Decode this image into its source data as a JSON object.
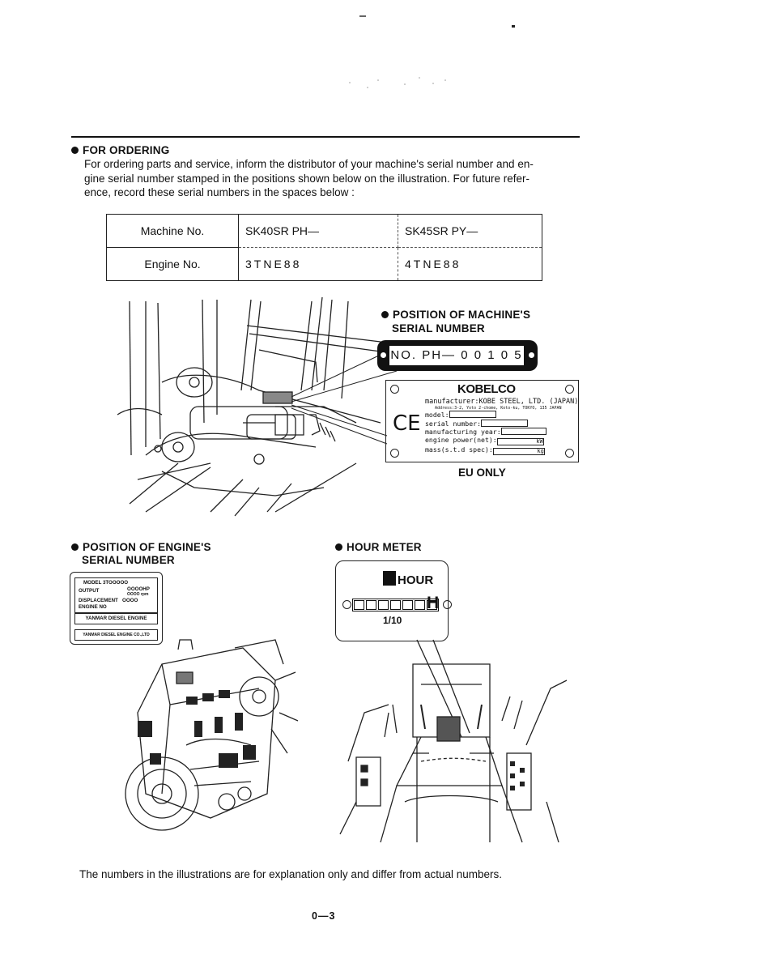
{
  "ordering": {
    "heading": "FOR ORDERING",
    "line1": "For ordering parts and service, inform the distributor of your machine's serial number and en-",
    "line2": "gine serial number stamped in the positions shown below on the illustration.  For future refer-",
    "line3": "ence, record these serial numbers in the spaces below :"
  },
  "serial_table": {
    "rows": [
      {
        "label": "Machine No.",
        "col1": "SK40SR   PH—",
        "col2": "SK45SR   PY—"
      },
      {
        "label": "Engine No.",
        "col1": "3TNE88",
        "col2": "4TNE88"
      }
    ]
  },
  "machine_serial": {
    "heading_line1": "POSITION OF MACHINE'S",
    "heading_line2": "SERIAL NUMBER",
    "plate_number": "NO. PH— 0 0 1 0 5"
  },
  "eu_plate": {
    "brand": "KOBELCO",
    "ce_mark": "CE",
    "manufacturer": "manufacturer:KOBE STEEL, LTD. (JAPAN)",
    "address": "Address:3-2, Yoto 2-chome, Koto-ku, TOKYO, 135 JAPAN",
    "model": "model:",
    "serial": "serial number:",
    "year": "manufacturing year:",
    "power": "engine power(net):",
    "power_unit": "kW",
    "mass": "mass(s.t.d spec):",
    "mass_unit": "kg",
    "caption": "EU ONLY"
  },
  "engine_serial": {
    "heading_line1": "POSITION OF ENGINE'S",
    "heading_line2": "SERIAL NUMBER",
    "plate": {
      "model": "MODEL  3TOOOOO",
      "output": "OUTPUT",
      "output_val": "OOOOHP",
      "output_val2": "OOOO rpm",
      "displacement": "DISPLACEMENT",
      "displacement_val": "OOOO",
      "engine_no": "ENGINE NO",
      "maker": "YANMAR DIESEL ENGINE",
      "company": "YANMAR DIESEL ENGINE CO.,LTD"
    }
  },
  "hour_meter": {
    "heading": "HOUR METER",
    "title": "HOUR",
    "glyph": "H",
    "tenth": "1/10"
  },
  "footnote": "The numbers in the illustrations are for explanation only and differ from actual numbers.",
  "page_number": "0—3"
}
